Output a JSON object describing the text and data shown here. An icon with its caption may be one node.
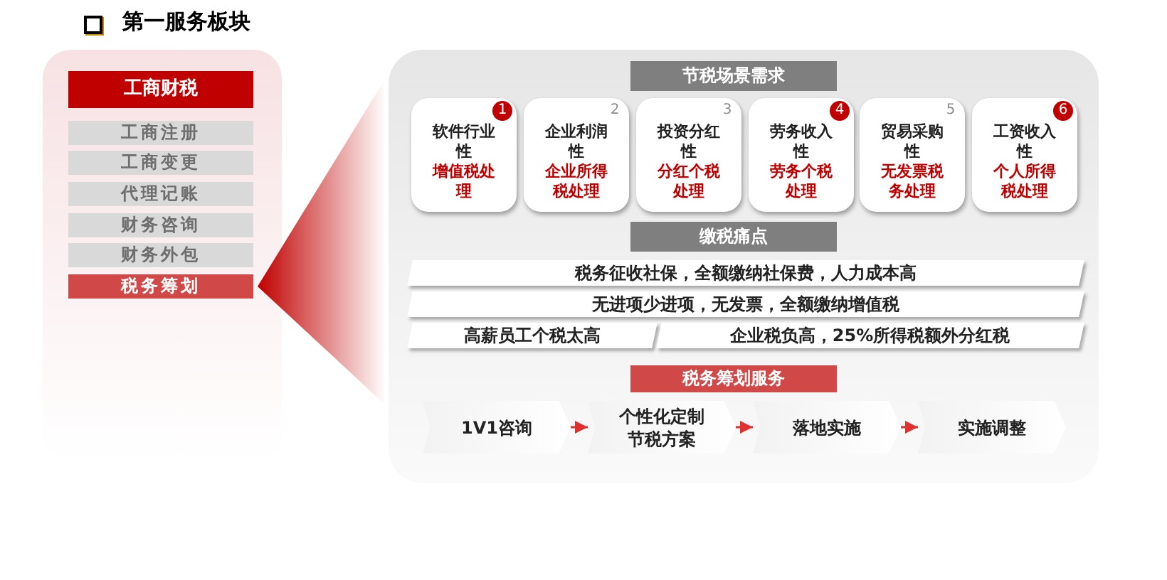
{
  "diagram": {
    "title": "第一服务板块",
    "nodes": [
      {
        "text": [
          "工商财税"
        ]
      },
      {
        "text": [
          "工商注册"
        ],
        "in": 0
      },
      {
        "text": [
          "工商变更"
        ],
        "in": 0
      },
      {
        "text": [
          "代理记账"
        ],
        "in": 0
      },
      {
        "text": [
          "财务咨询"
        ],
        "in": 0
      },
      {
        "text": [
          "财务外包"
        ],
        "in": 0
      },
      {
        "text": [
          "税务筹划"
        ],
        "in": 0
      },
      {
        "text": [],
        "shape": "box"
      },
      {
        "text": [
          "节税场景需求"
        ],
        "in": 7
      },
      {
        "text": [
          "软件行业性",
          "增值税处理",
          "1"
        ],
        "in": 7
      },
      {
        "text": [
          "企业利润性",
          "企业所得税处理",
          "2"
        ],
        "in": 7
      },
      {
        "text": [
          "投资分红性",
          "分红个税处理",
          "3"
        ],
        "in": 7
      },
      {
        "text": [
          "劳务收入性",
          "劳务个税处理",
          "4"
        ],
        "in": 7
      },
      {
        "text": [
          "贸易采购性",
          "无发票税务处理",
          "5"
        ],
        "in": 7
      },
      {
        "text": [
          "工资收入性",
          "个人所得税处理",
          "6"
        ],
        "in": 7
      },
      {
        "text": [
          "缴税痛点"
        ],
        "in": 7
      },
      {
        "text": [
          "税务征收社保，全额缴纳社保费，人力成本高"
        ],
        "in": 7
      },
      {
        "text": [
          "无进项少进项，无发票，全额缴纳增值税"
        ],
        "in": 7
      },
      {
        "text": [
          "高薪员工个税太高"
        ],
        "in": 7
      },
      {
        "text": [
          "企业税负高，25%所得税额外分红税"
        ],
        "in": 7
      },
      {
        "text": [
          "税务筹划服务"
        ],
        "in": 7
      },
      {
        "text": [
          "1V1咨询"
        ],
        "in": 7
      },
      {
        "text": [
          "个性化定制节税方案"
        ],
        "in": 7
      },
      {
        "text": [
          "落地实施"
        ],
        "in": 7
      },
      {
        "text": [
          "实施调整"
        ],
        "in": 7
      }
    ],
    "edges": [
      {
        "from": 6,
        "to": 7,
        "arrow": "none"
      },
      {
        "from": 21,
        "to": 22,
        "arrow": "to"
      },
      {
        "from": 22,
        "to": 23,
        "arrow": "to"
      },
      {
        "from": 23,
        "to": 24,
        "arrow": "to"
      }
    ]
  }
}
